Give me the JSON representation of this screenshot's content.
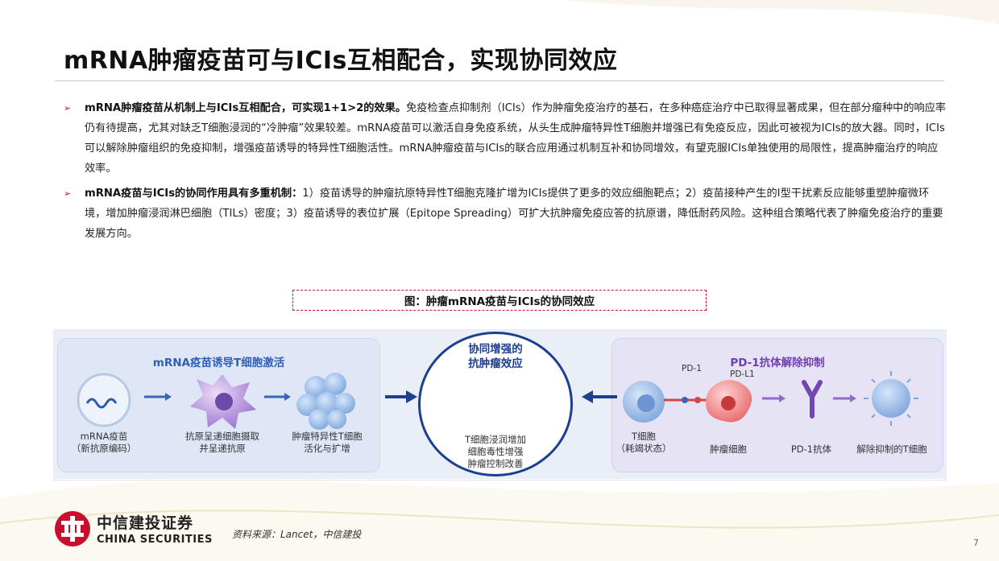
{
  "slide": {
    "title": "mRNA肿瘤疫苗可与ICIs互相配合，实现协同效应",
    "page_number": "7"
  },
  "bullets": [
    {
      "bold": "mRNA肿瘤疫苗从机制上与ICIs互相配合，可实现1+1>2的效果。",
      "text": "免疫检查点抑制剂（ICIs）作为肿瘤免疫治疗的基石，在多种癌症治疗中已取得显著成果，但在部分瘤种中的响应率仍有待提高，尤其对缺乏T细胞浸润的“冷肿瘤”效果较差。mRNA疫苗可以激活自身免疫系统，从头生成肿瘤特异性T细胞并增强已有免疫反应，因此可被视为ICIs的放大器。同时，ICIs可以解除肿瘤组织的免疫抑制，增强疫苗诱导的特异性T细胞活性。mRNA肿瘤疫苗与ICIs的联合应用通过机制互补和协同增效，有望克服ICIs单独使用的局限性，提高肿瘤治疗的响应效率。"
    },
    {
      "bold": "mRNA疫苗与ICIs的协同作用具有多重机制：",
      "text": "1）疫苗诱导的肿瘤抗原特异性T细胞克隆扩增为ICIs提供了更多的效应细胞靶点；2）疫苗接种产生的I型干扰素反应能够重塑肿瘤微环境，增加肿瘤浸润淋巴细胞（TILs）密度；3）疫苗诱导的表位扩展（Epitope Spreading）可扩大抗肿瘤免疫应答的抗原谱，降低耐药风险。这种组合策略代表了肿瘤免疫治疗的重要发展方向。"
    }
  ],
  "figure": {
    "caption": "图：肿瘤mRNA疫苗与ICIs的协同效应",
    "left_panel": {
      "title": "mRNA疫苗诱导T细胞激活",
      "steps": [
        {
          "line1": "mRNA疫苗",
          "line2": "（新抗原编码）"
        },
        {
          "line1": "抗原呈递细胞摄取",
          "line2": "并呈递抗原"
        },
        {
          "line1": "肿瘤特异性T细胞",
          "line2": "活化与扩增"
        }
      ]
    },
    "center": {
      "title_line1": "协同增强的",
      "title_line2": "抗肿瘤效应",
      "lines": [
        "T细胞浸润增加",
        "细胞毒性增强",
        "肿瘤控制改善"
      ]
    },
    "right_panel": {
      "title": "PD-1抗体解除抑制",
      "pd1_label": "PD-1",
      "pdl1_label": "PD-L1",
      "steps": [
        {
          "line1": "T细胞",
          "line2": "（耗竭状态）"
        },
        {
          "line1": "肿瘤细胞",
          "line2": ""
        },
        {
          "line1": "PD-1抗体",
          "line2": ""
        },
        {
          "line1": "解除抑制的T细胞",
          "line2": ""
        }
      ]
    }
  },
  "footer": {
    "logo_cn": "中信建投证券",
    "logo_en": "CHINA SECURITIES",
    "source": "资料来源：Lancet，中信建投"
  },
  "colors": {
    "accent_red": "#c8102e",
    "left_title": "#2f5fb8",
    "right_title": "#6e3fb0",
    "center_ring": "#1d3f8f"
  }
}
